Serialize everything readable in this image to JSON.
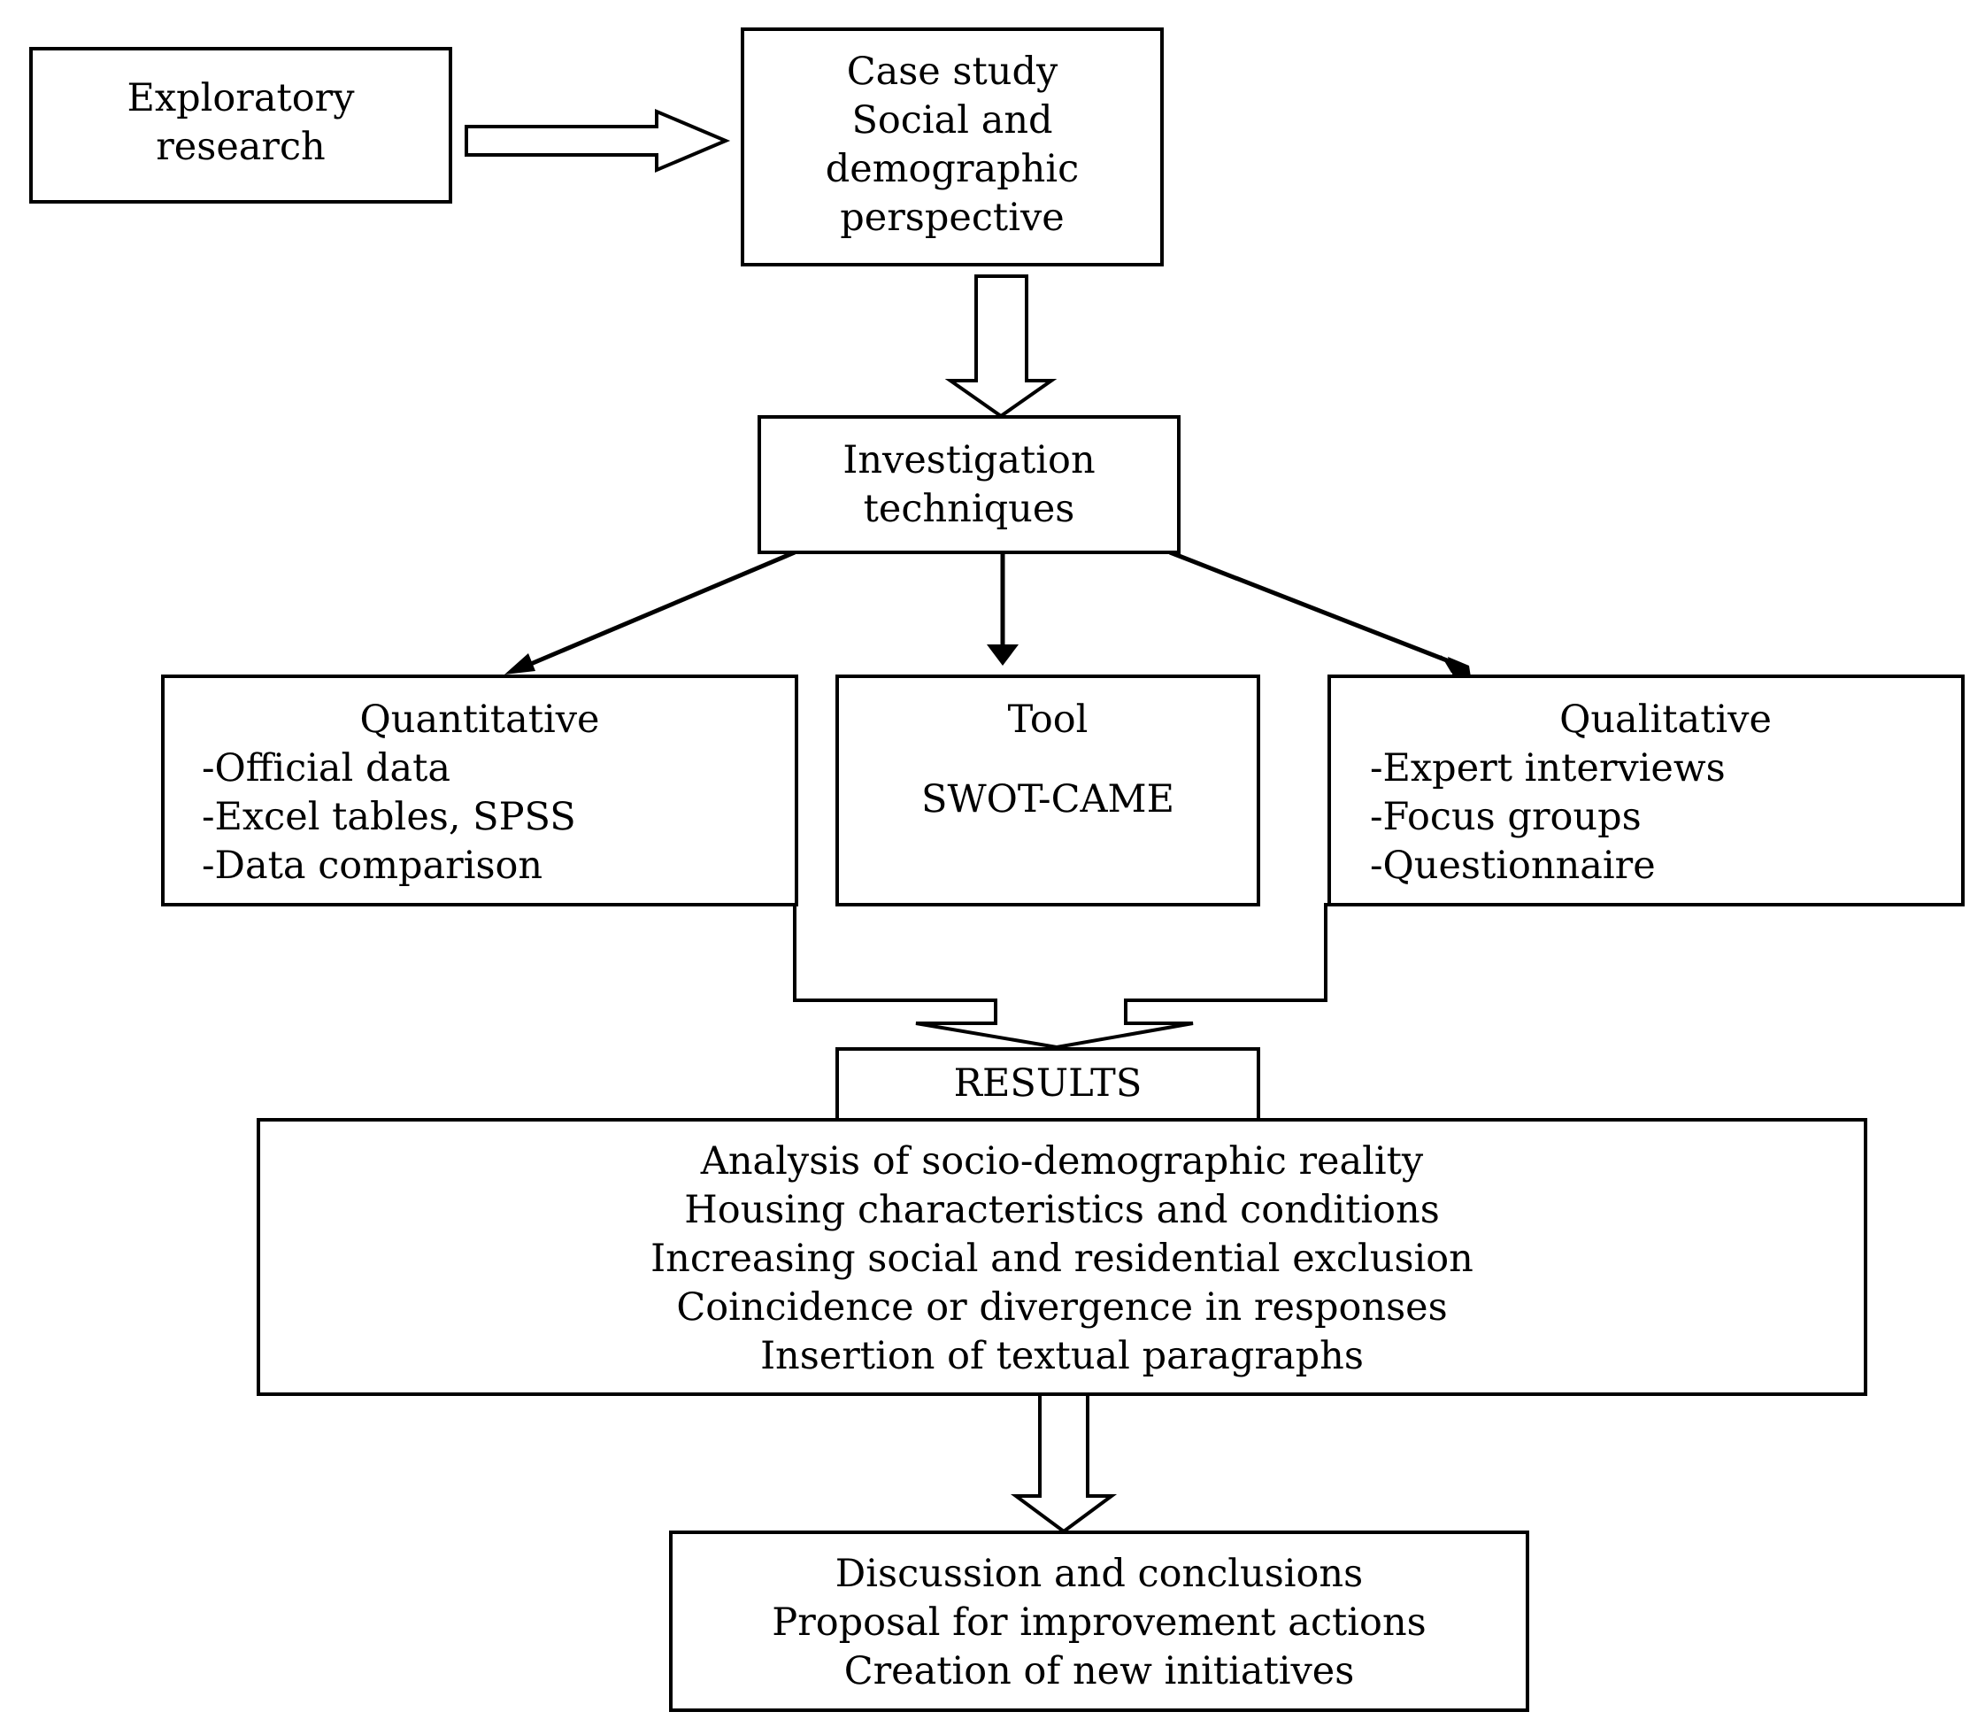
{
  "exploratory": {
    "lines": [
      "Exploratory",
      "research"
    ]
  },
  "case_study": {
    "lines": [
      "Case study",
      "Social and",
      "demographic",
      "perspective"
    ]
  },
  "investigation": {
    "lines": [
      "Investigation",
      "techniques"
    ]
  },
  "quantitative": {
    "title": "Quantitative",
    "items": [
      "-Official data",
      "-Excel tables, SPSS",
      "-Data comparison"
    ]
  },
  "tool": {
    "title": "Tool",
    "name": "SWOT-CAME"
  },
  "qualitative": {
    "title": "Qualitative",
    "items": [
      "-Expert interviews",
      "-Focus groups",
      "-Questionnaire"
    ]
  },
  "results_label": "RESULTS",
  "results": {
    "lines": [
      "Analysis of socio-demographic reality",
      "Housing characteristics and conditions",
      "Increasing social and residential exclusion",
      "Coincidence or divergence in responses",
      "Insertion of textual paragraphs"
    ]
  },
  "conclusions": {
    "lines": [
      "Discussion and conclusions",
      "Proposal for improvement actions",
      "Creation of new initiatives"
    ]
  }
}
